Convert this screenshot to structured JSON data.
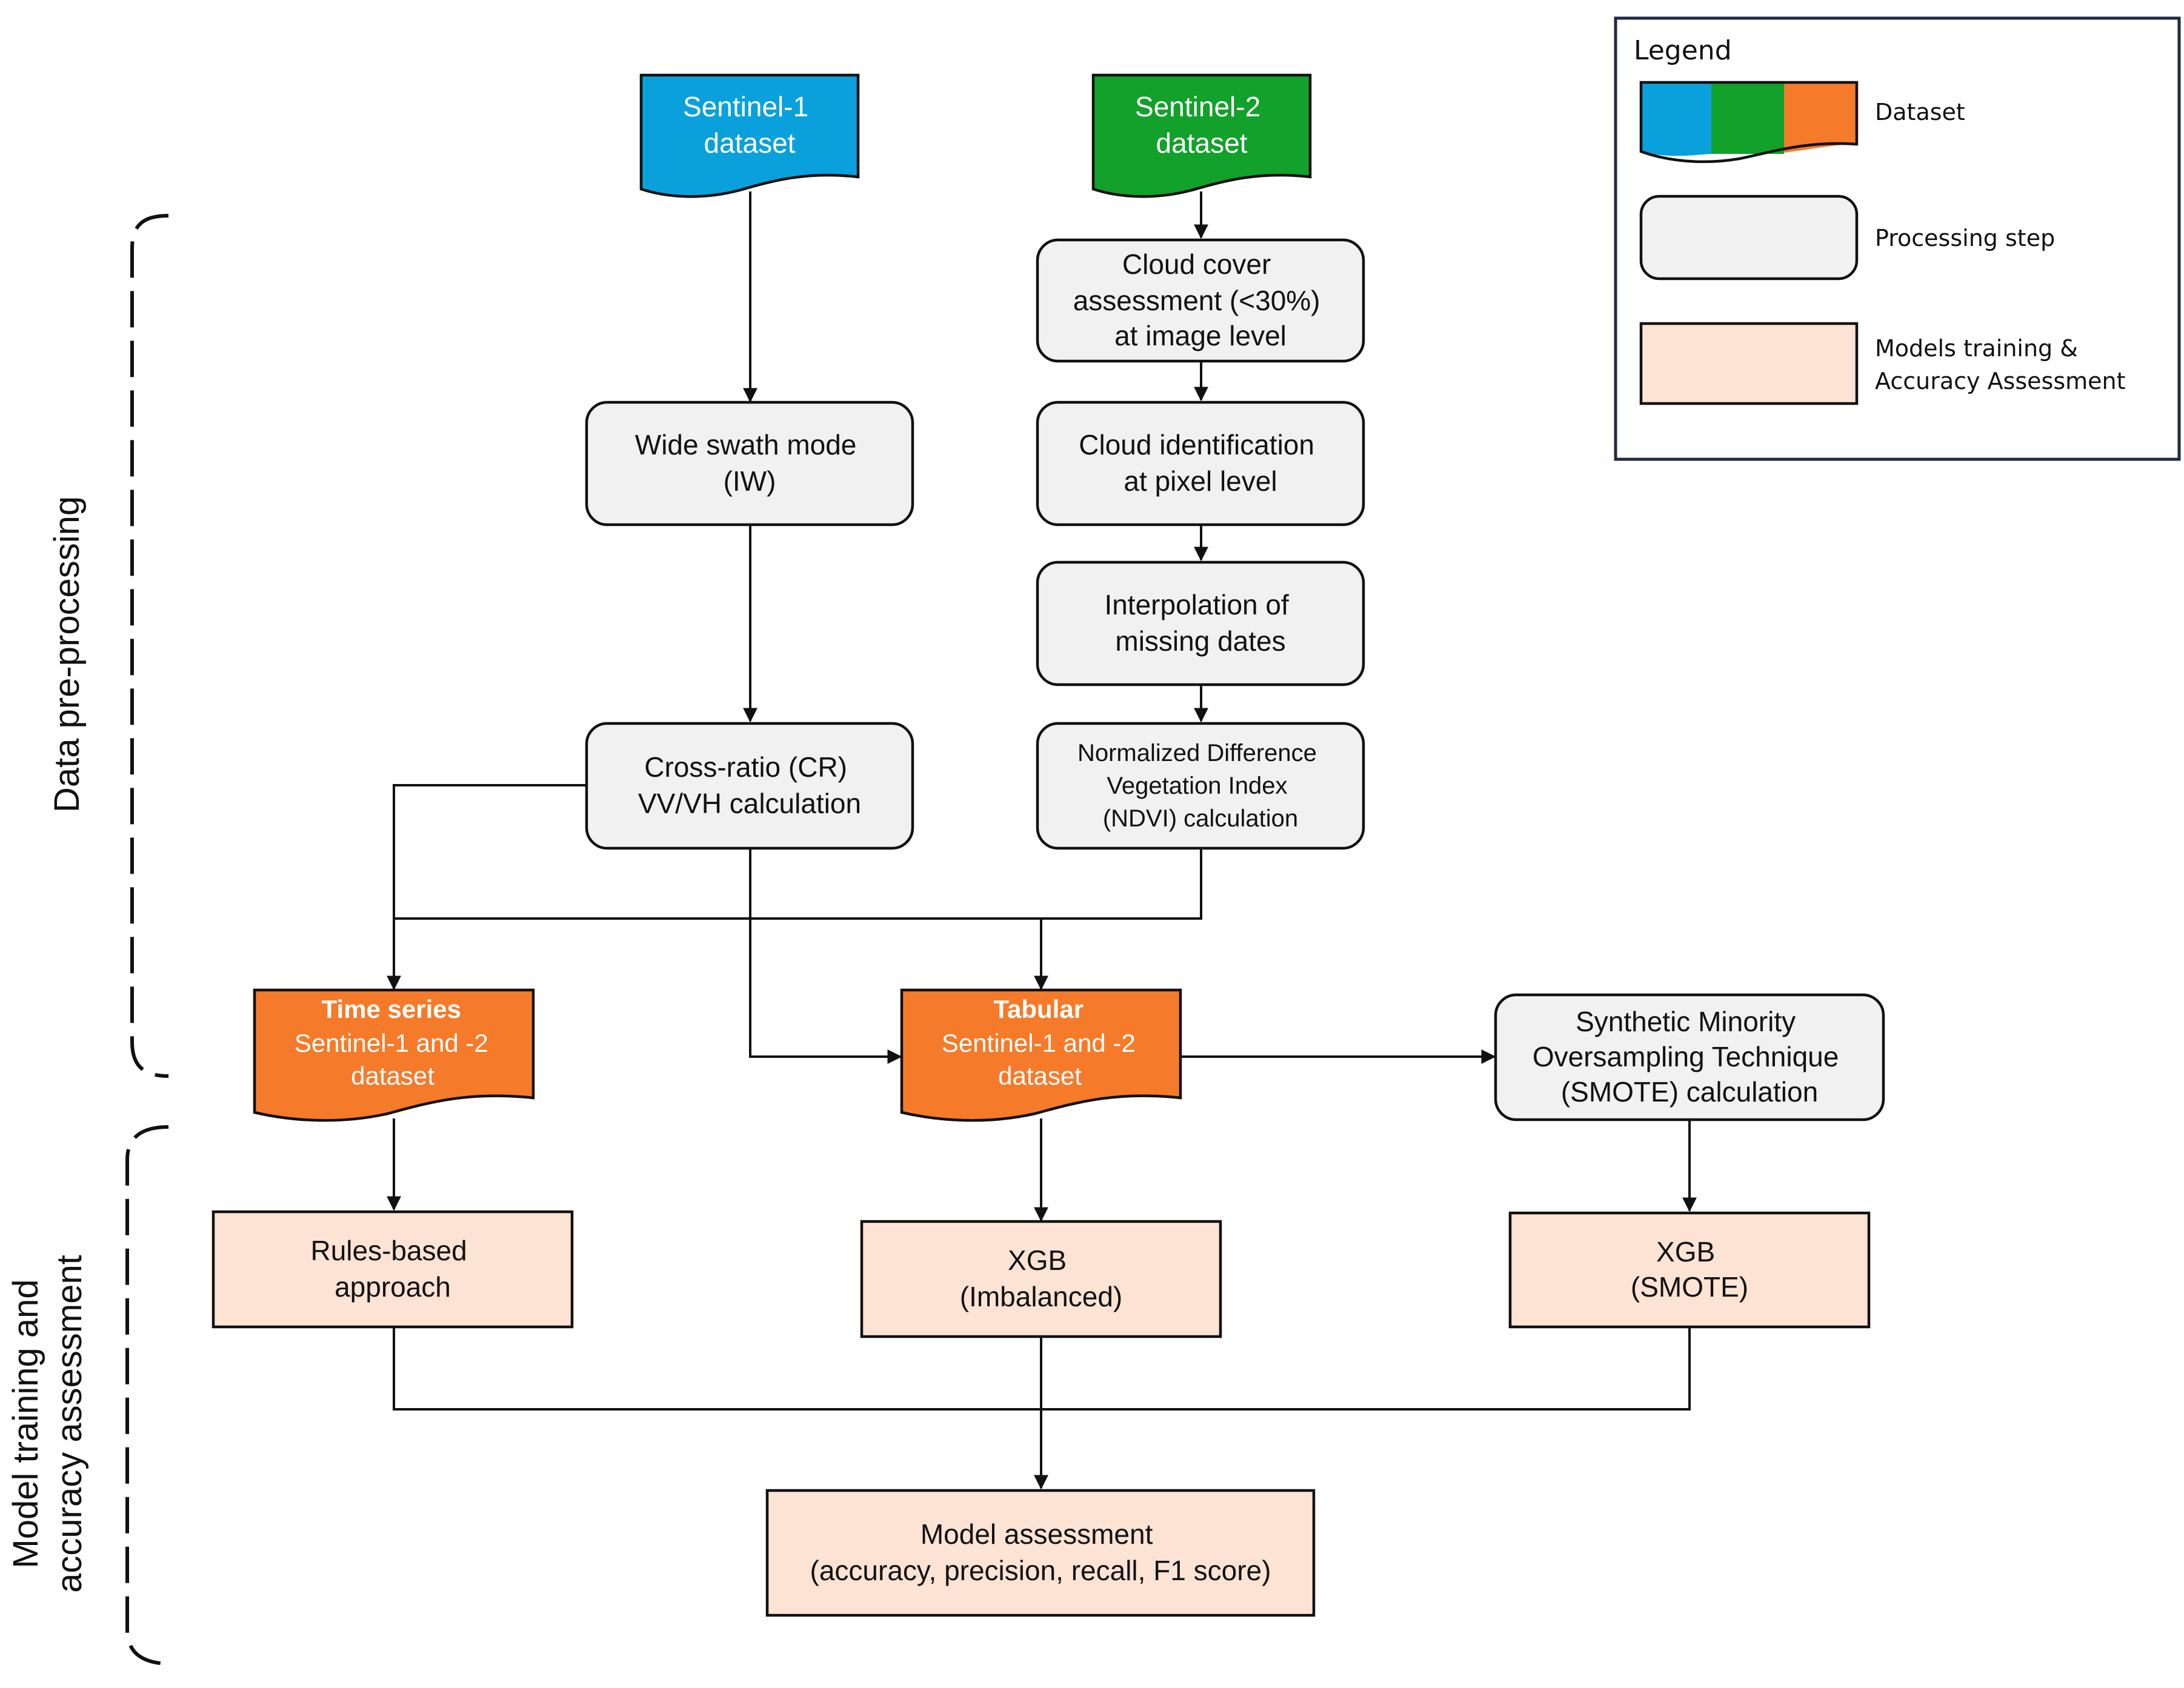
{
  "colors": {
    "sentinel1": "#0aa0dc",
    "sentinel2": "#12a12a",
    "combined": "#f57a2a",
    "processing": "#f1f1f1",
    "model": "#fde3d4",
    "line": "#111111"
  },
  "sections": {
    "preprocessing": "Data pre-processing",
    "training_line1": "Model training and",
    "training_line2": "accuracy assessment"
  },
  "nodes": {
    "s1_dataset": [
      "Sentinel-1",
      "dataset"
    ],
    "s2_dataset": [
      "Sentinel-2",
      "dataset"
    ],
    "cloud_cover": [
      "Cloud cover",
      "assessment (<30%)",
      "at image level"
    ],
    "wide_swath": [
      "Wide swath mode",
      "(IW)"
    ],
    "cloud_ident": [
      "Cloud identification",
      "at pixel level"
    ],
    "interpolation": [
      "Interpolation of",
      "missing dates"
    ],
    "cross_ratio": [
      "Cross-ratio (CR)",
      "VV/VH calculation"
    ],
    "ndvi": [
      "Normalized Difference",
      "Vegetation Index",
      "(NDVI) calculation"
    ],
    "time_series": {
      "title": "Time series",
      "lines": [
        "Sentinel-1 and -2",
        "dataset"
      ]
    },
    "tabular": {
      "title": "Tabular",
      "lines": [
        "Sentinel-1 and -2",
        "dataset"
      ]
    },
    "smote_calc": [
      "Synthetic Minority",
      "Oversampling Technique",
      "(SMOTE) calculation"
    ],
    "rules": [
      "Rules-based",
      "approach"
    ],
    "xgb_imb": [
      "XGB",
      "(Imbalanced)"
    ],
    "xgb_smote": [
      "XGB",
      "(SMOTE)"
    ],
    "assessment": [
      "Model assessment",
      "(accuracy, precision, recall, F1 score)"
    ]
  },
  "legend": {
    "title": "Legend",
    "dataset": "Dataset",
    "processing": "Processing step",
    "model": [
      "Models training &",
      "Accuracy Assessment"
    ]
  }
}
